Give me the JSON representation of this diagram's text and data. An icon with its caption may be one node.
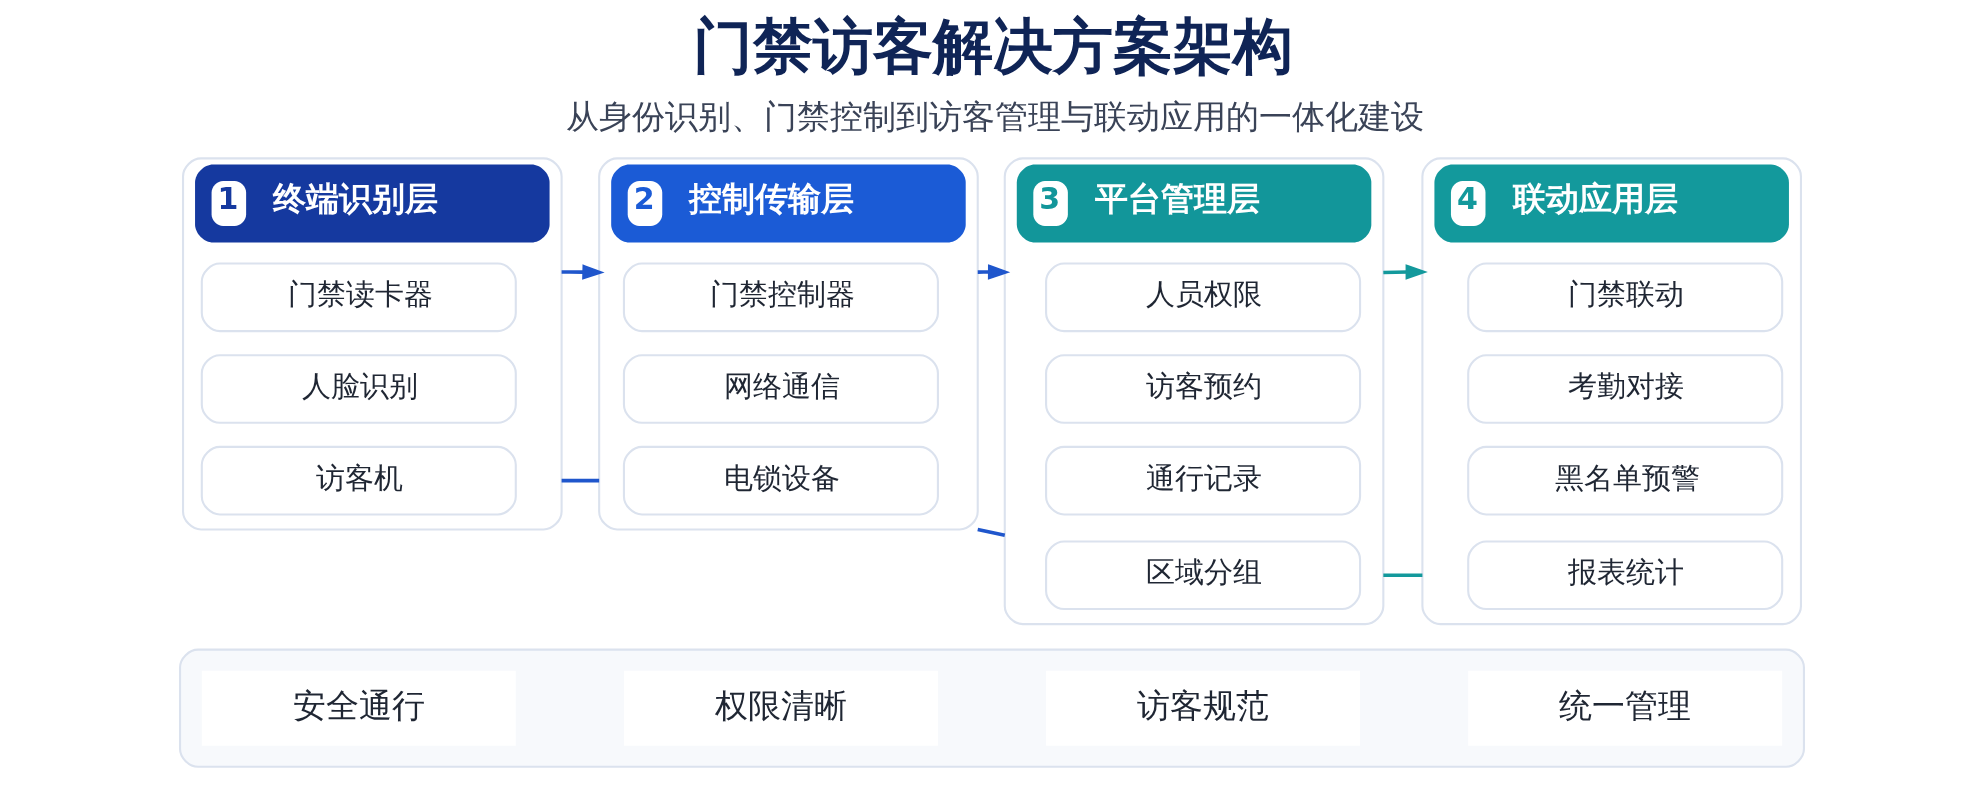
{
  "diagram": {
    "title": "门禁访客解决方案架构",
    "nodes": [
      {
        "text": [
          "1",
          "终端识别层"
        ]
      },
      {
        "text": [
          "门禁读卡器"
        ],
        "in": 0
      },
      {
        "text": [
          "人脸识别"
        ],
        "in": 0
      },
      {
        "text": [
          "访客机"
        ],
        "in": 0
      },
      {
        "text": [
          "2",
          "控制传输层"
        ]
      },
      {
        "text": [
          "门禁控制器"
        ],
        "in": 4
      },
      {
        "text": [
          "网络通信"
        ],
        "in": 4
      },
      {
        "text": [
          "电锁设备"
        ],
        "in": 4
      },
      {
        "text": [
          "3",
          "平台管理层"
        ]
      },
      {
        "text": [
          "人员权限"
        ],
        "in": 8
      },
      {
        "text": [
          "访客预约"
        ],
        "in": 8
      },
      {
        "text": [
          "通行记录"
        ],
        "in": 8
      },
      {
        "text": [
          "区域分组"
        ],
        "in": 8
      },
      {
        "text": [
          "4",
          "联动应用层"
        ]
      },
      {
        "text": [
          "门禁联动"
        ],
        "in": 13
      },
      {
        "text": [
          "考勤对接"
        ],
        "in": 13
      },
      {
        "text": [
          "黑名单预警"
        ],
        "in": 13
      },
      {
        "text": [
          "报表统计"
        ],
        "in": 13
      },
      {
        "text": [],
        "shape": "box"
      },
      {
        "text": [
          "安全通行"
        ],
        "in": 18
      },
      {
        "text": [
          "权限清晰"
        ],
        "in": 18
      },
      {
        "text": [
          "访客规范"
        ],
        "in": 18
      },
      {
        "text": [
          "统一管理"
        ],
        "in": 18
      }
    ],
    "edges": [
      {
        "from": 0,
        "to": 4,
        "arrow": "to"
      },
      {
        "from": 4,
        "to": 8,
        "arrow": "to"
      },
      {
        "from": 8,
        "to": 13,
        "arrow": "to",
        "color": "#13999c"
      },
      {
        "from": 0,
        "to": 4,
        "arrow": "none"
      },
      {
        "from": 4,
        "to": 8,
        "arrow": "none"
      },
      {
        "from": 8,
        "to": 13,
        "arrow": "none",
        "color": "#13999c"
      }
    ],
    "labels": [
      "从身份识别、门禁控制到访客管理与联动应用的一体化建设"
    ]
  }
}
